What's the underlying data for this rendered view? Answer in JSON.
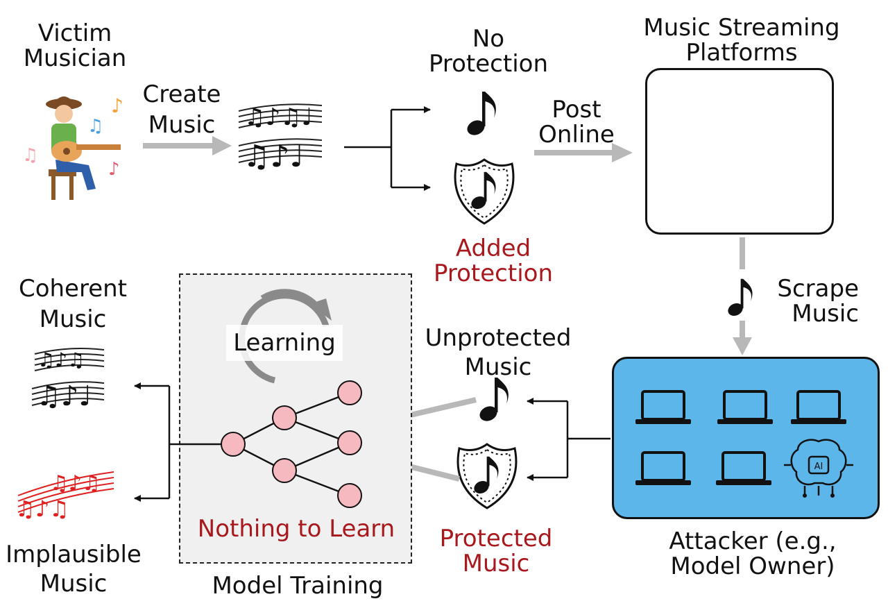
{
  "labels": {
    "victim": "Victim\nMusician",
    "create_music": "Create\nMusic",
    "no_protection": "No\nProtection",
    "added_protection": "Added\nProtection",
    "post_online": "Post\nOnline",
    "streaming_platforms": "Music Streaming\nPlatforms",
    "scrape_music": "Scrape\nMusic",
    "attacker": "Attacker (e.g.,\nModel Owner)",
    "unprotected_music": "Unprotected\nMusic",
    "protected_music": "Protected\nMusic",
    "learning": "Learning",
    "nothing_to_learn": "Nothing to Learn",
    "model_training": "Model Training",
    "coherent_music": "Coherent\nMusic",
    "implausible_music": "Implausible\nMusic"
  },
  "ai_chip_text": "AI",
  "colors": {
    "red_text": "#a8181c",
    "attacker_fill": "#5cb6ea",
    "node_fill": "#f7b9c0",
    "arrow_gray": "#b8b8b8",
    "red_notes": "#e02020"
  },
  "icons": {
    "musician": "guitar-player-icon",
    "platforms": [
      "apple-music-icon",
      "soundcloud-icon",
      "youtube-music-icon",
      "spotify-icon"
    ],
    "attacker": [
      "laptop-icon",
      "laptop-icon",
      "laptop-icon",
      "laptop-icon",
      "laptop-icon",
      "ai-brain-icon"
    ]
  }
}
